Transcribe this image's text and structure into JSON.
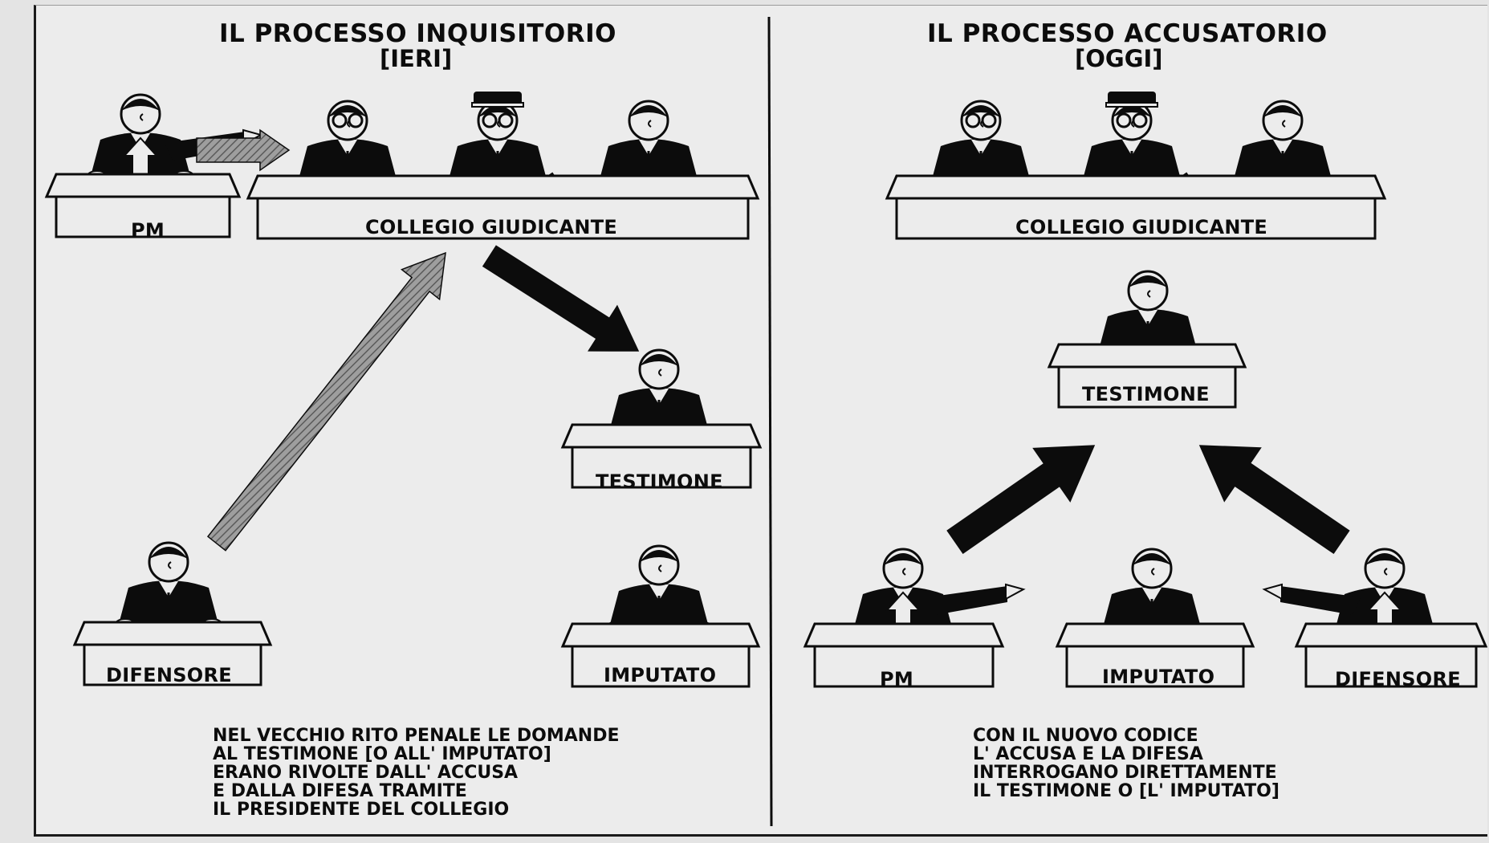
{
  "left_panel": {
    "title": "IL PROCESSO INQUISITORIO",
    "subtitle": "[IERI]",
    "desks": {
      "pm": "PM",
      "court": "COLLEGIO GIUDICANTE",
      "witness": "TESTIMONE",
      "defender": "DIFENSORE",
      "defendant": "IMPUTATO"
    },
    "caption": [
      "NEL VECCHIO RITO PENALE LE DOMANDE",
      "AL TESTIMONE [O ALL' IMPUTATO]",
      "ERANO RIVOLTE DALL' ACCUSA",
      "E DALLA DIFESA TRAMITE",
      "IL PRESIDENTE DEL COLLEGIO"
    ]
  },
  "right_panel": {
    "title": "IL PROCESSO ACCUSATORIO",
    "subtitle": "[OGGI]",
    "desks": {
      "court": "COLLEGIO GIUDICANTE",
      "witness": "TESTIMONE",
      "pm": "PM",
      "defendant": "IMPUTATO",
      "defender": "DIFENSORE"
    },
    "caption": [
      "CON IL NUOVO CODICE",
      "L' ACCUSA E LA DIFESA",
      "INTERROGANO DIRETTAMENTE",
      "IL TESTIMONE O [L' IMPUTATO]"
    ]
  },
  "colors": {
    "ink": "#0c0c0c",
    "paper": "#ececec",
    "gray_arrow": "#8a8a8a"
  }
}
